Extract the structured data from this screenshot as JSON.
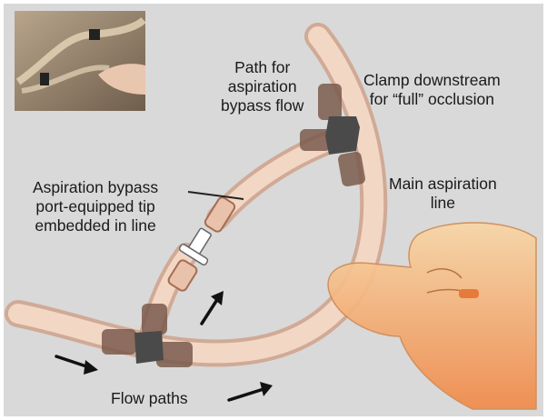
{
  "labels": {
    "bypass_path": [
      "Path for",
      "aspiration",
      "bypass flow"
    ],
    "clamp": [
      "Clamp downstream",
      "for “full” occlusion"
    ],
    "tip": [
      "Aspiration bypass",
      "port-equipped tip",
      "embedded in line"
    ],
    "main_line": [
      "Main aspiration",
      "line"
    ],
    "flow": "Flow paths"
  },
  "colors": {
    "background": "#d9d9d9",
    "tube_fill": "#f2d7c5",
    "tube_edge": "#c8845f",
    "connector": "#4a4a4a",
    "sleeve": "#7a5a4c",
    "hand": "#f3a35c",
    "arrow": "#111111"
  }
}
